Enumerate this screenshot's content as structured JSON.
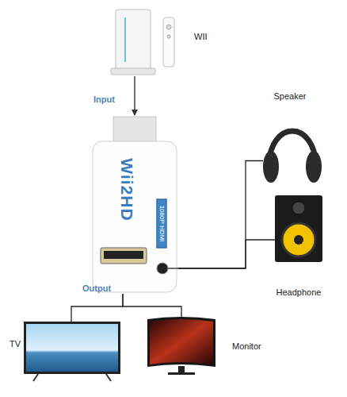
{
  "diagram": {
    "nodes": [
      {
        "text": [
          "WII"
        ]
      },
      {
        "text": [
          "Wii2HD",
          "1080P HDMI"
        ]
      },
      {
        "text": [
          "Speaker"
        ]
      },
      {
        "text": [
          "Headphone"
        ]
      },
      {
        "text": [
          "TV"
        ]
      },
      {
        "text": [
          "Monitor"
        ]
      }
    ],
    "edges": [
      {
        "from": 0,
        "to": 1,
        "arrow": "to",
        "label": "Input"
      },
      {
        "from": 1,
        "to": 2,
        "arrow": "none"
      },
      {
        "from": 1,
        "to": 3,
        "arrow": "none"
      },
      {
        "from": 1,
        "to": 4,
        "arrow": "none"
      },
      {
        "from": 1,
        "to": 5,
        "arrow": "none"
      }
    ],
    "labels": [
      "Output"
    ]
  }
}
